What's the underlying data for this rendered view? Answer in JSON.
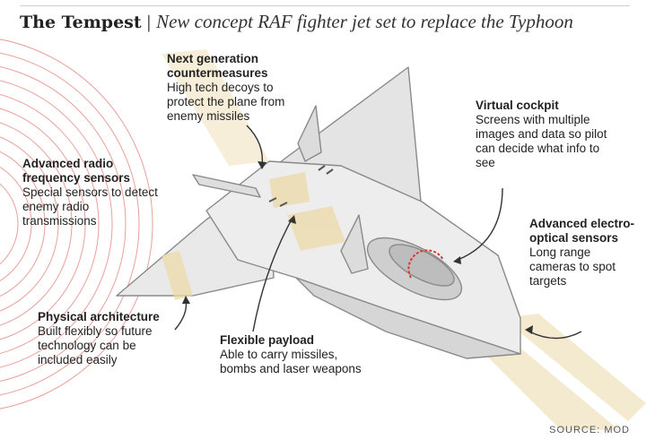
{
  "header": {
    "title": "The Tempest",
    "separator": "|",
    "subtitle": "New concept RAF fighter jet set to replace the Typhoon"
  },
  "callouts": {
    "countermeasures": {
      "head": "Next generation countermeasures",
      "body": "High tech decoys to protect the plane from enemy missiles"
    },
    "radio_sensors": {
      "head": "Advanced radio frequency sensors",
      "body": "Special sensors to detect enemy radio transmissions"
    },
    "cockpit": {
      "head": "Virtual cockpit",
      "body": "Screens with multiple images and data so pilot can decide what info to see"
    },
    "electro_optical": {
      "head": "Advanced electro-optical sensors",
      "body": "Long range cameras to spot targets"
    },
    "architecture": {
      "head": "Physical architecture",
      "body": "Built flexibly so future technology can be included easily"
    },
    "payload": {
      "head": "Flexible payload",
      "body": "Able to carry missiles, bombs and laser weapons"
    }
  },
  "source": "SOURCE: MOD",
  "colors": {
    "radio_waves": "#e0827a",
    "highlight": "#ecd9a8",
    "jet_body": "#e6e6e6",
    "jet_outline": "#8a8a8a",
    "cockpit_arc": "#d23a2a"
  }
}
